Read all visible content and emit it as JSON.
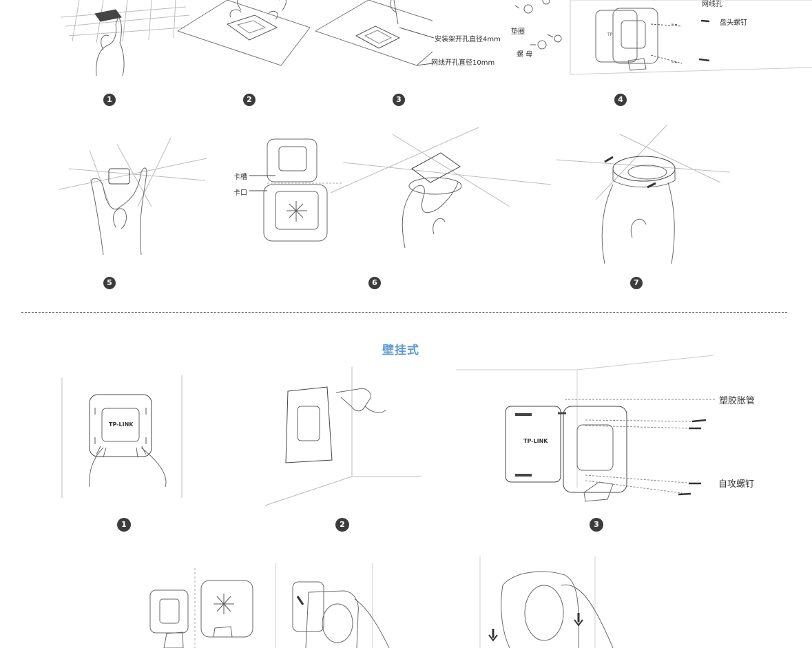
{
  "section_wall_title": "壁挂式",
  "ceiling": {
    "steps": [
      "1",
      "2",
      "3",
      "4",
      "5",
      "6",
      "7"
    ],
    "labels": {
      "bracket_hole": "安装架开孔直径4mm",
      "cable_hole": "网线开孔直径10mm",
      "cable_hole_top": "网线孔",
      "pan_head_screw": "盘头螺钉",
      "washer": "垫圈",
      "nut": "螺 母",
      "slot": "卡槽",
      "notch": "卡口"
    }
  },
  "wall": {
    "steps": [
      "1",
      "2",
      "3"
    ],
    "labels": {
      "plastic_anchor": "塑胶胀管",
      "self_tapping_screw": "自攻螺钉"
    },
    "brand": "TP-LINK"
  }
}
